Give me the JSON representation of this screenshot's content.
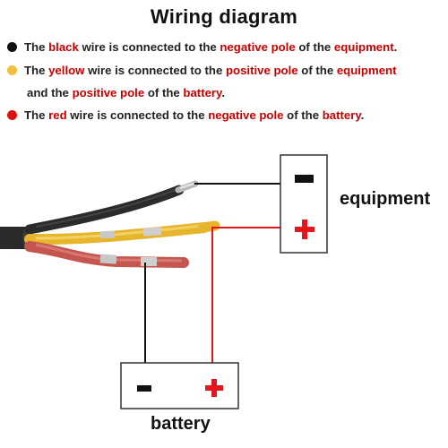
{
  "title": "Wiring diagram",
  "colors": {
    "black_dot": "#111111",
    "yellow_dot": "#f2c040",
    "red_dot": "#dd1111",
    "highlight": "#c80000",
    "plus": "#e3161d"
  },
  "legend": [
    {
      "parts": [
        "The ",
        "black",
        " wire is connected to the ",
        "negative pole",
        " of the ",
        "equipment",
        "."
      ]
    },
    {
      "parts": [
        "The ",
        "yellow",
        " wire is connected to the ",
        "positive pole",
        " of the ",
        "equipment"
      ]
    },
    {
      "parts": [
        "and the ",
        "positive pole",
        " of the ",
        "battery",
        "."
      ]
    },
    {
      "parts": [
        "The ",
        "red",
        " wire is connected to the ",
        "negative pole",
        " of the ",
        "battery",
        "."
      ]
    }
  ],
  "equipment": {
    "label": "equipment",
    "neg_symbol": "−",
    "pos_symbol": "+"
  },
  "battery": {
    "label": "battery",
    "neg_symbol": "−",
    "pos_symbol": "+"
  }
}
